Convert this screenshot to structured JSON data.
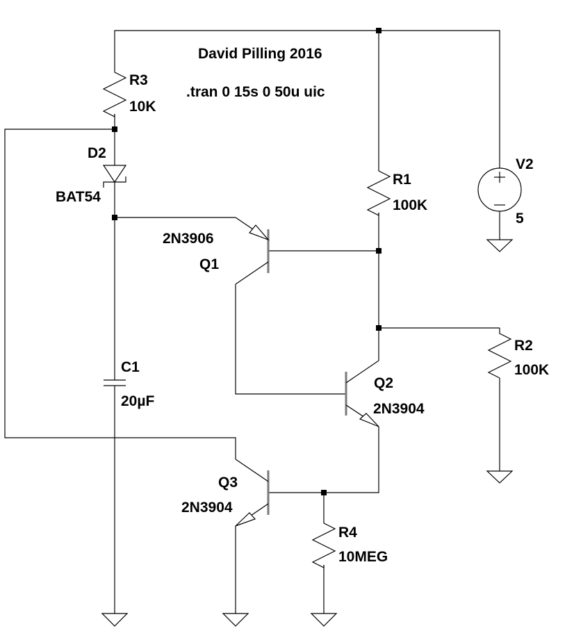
{
  "schematic": {
    "title_note": "David Pilling 2016",
    "directive": ".tran 0 15s 0 50u uic",
    "components": {
      "R1": {
        "ref": "R1",
        "value": "100K",
        "type": "resistor"
      },
      "R2": {
        "ref": "R2",
        "value": "100K",
        "type": "resistor"
      },
      "R3": {
        "ref": "R3",
        "value": "10K",
        "type": "resistor"
      },
      "R4": {
        "ref": "R4",
        "value": "10MEG",
        "type": "resistor"
      },
      "C1": {
        "ref": "C1",
        "value": "20µF",
        "type": "capacitor"
      },
      "D2": {
        "ref": "D2",
        "value": "BAT54",
        "type": "schottky-diode"
      },
      "Q1": {
        "ref": "Q1",
        "value": "2N3906",
        "type": "pnp-transistor"
      },
      "Q2": {
        "ref": "Q2",
        "value": "2N3904",
        "type": "npn-transistor"
      },
      "Q3": {
        "ref": "Q3",
        "value": "2N3904",
        "type": "npn-transistor"
      },
      "V2": {
        "ref": "V2",
        "value": "5",
        "type": "voltage-source",
        "plus": "+",
        "minus": "−"
      }
    },
    "ground_count": 5,
    "colors": {
      "wire": "#000000",
      "transistor_bar": "#7a7a7a",
      "background": "#ffffff"
    }
  }
}
